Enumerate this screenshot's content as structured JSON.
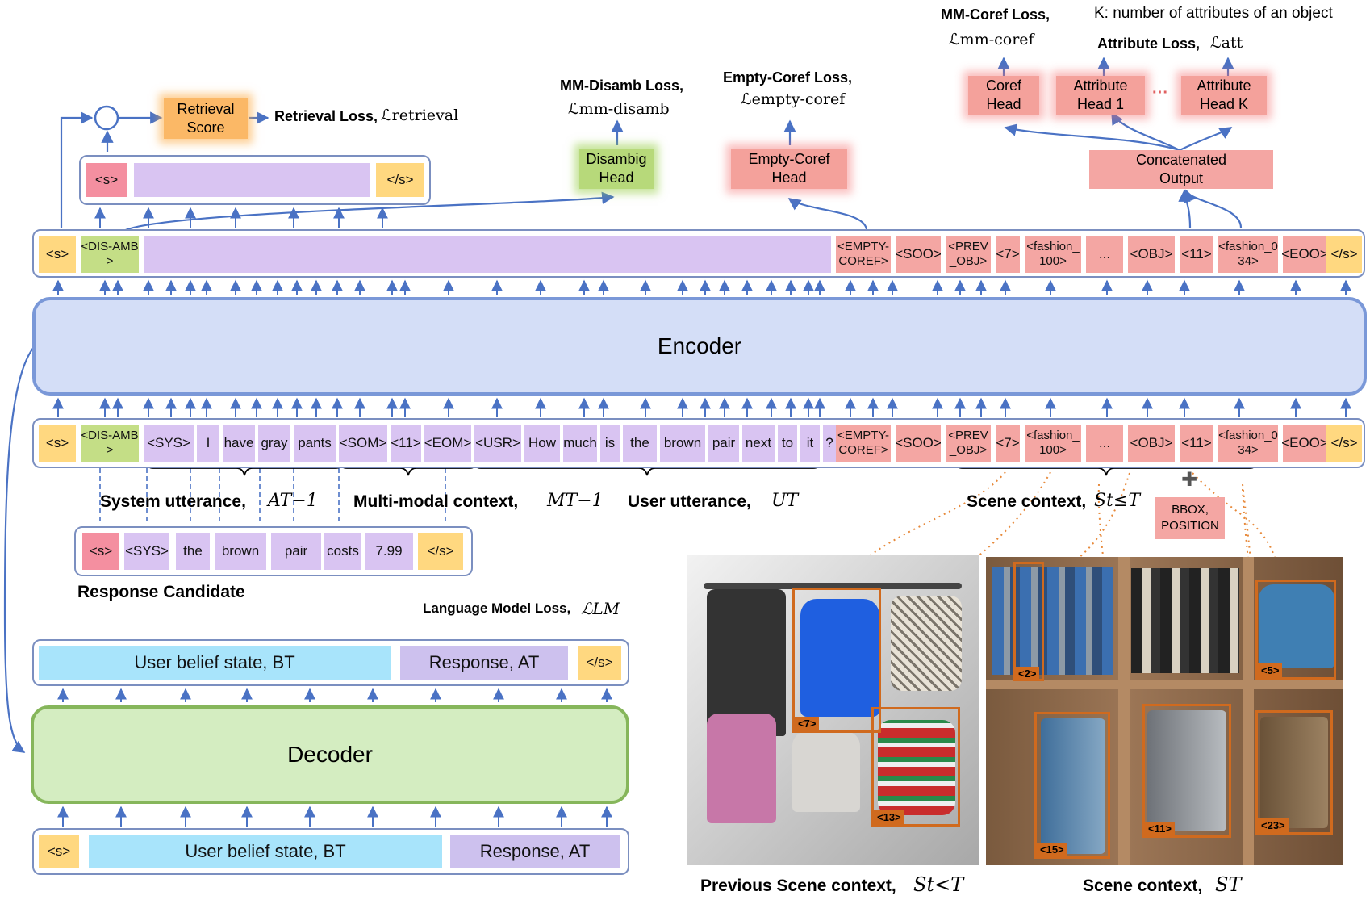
{
  "top_labels": {
    "k_note": "K: number of attributes of an object",
    "mm_coref_loss": "MM-Coref Loss,",
    "mm_coref_math": "ℒmm-coref",
    "attribute_loss": "Attribute Loss,",
    "attribute_math": "ℒatt",
    "empty_coref_loss": "Empty-Coref Loss,",
    "empty_coref_math": "ℒempty-coref",
    "mm_disamb_loss": "MM-Disamb Loss,",
    "mm_disamb_math": "ℒmm-disamb",
    "retrieval_loss": "Retrieval Loss,",
    "retrieval_math": "ℒretrieval"
  },
  "heads": {
    "coref_head": "Coref Head",
    "attribute_head_1": "Attribute Head 1",
    "attribute_dots": "···",
    "attribute_head_k": "Attribute Head K",
    "concatenated_output": "Concatenated Output",
    "empty_coref_head": "Empty-Coref Head",
    "disambig_head": "Disambig Head",
    "retrieval_score": "Retrieval Score",
    "dot_op": "⊙"
  },
  "retrieval_row": [
    "<s>",
    "",
    "</s>"
  ],
  "encoder_output_row": [
    "<s>",
    "<DIS-AMB>",
    "",
    "<EMPTY-COREF>",
    "<SOO>",
    "<PREV_OBJ>",
    "<7>",
    "<fashion_100>",
    "...",
    "<OBJ>",
    "<11>",
    "<fashion_034>",
    "<EOO>",
    "</s>"
  ],
  "encoder_label": "Encoder",
  "encoder_input_row": [
    "<s>",
    "<DIS-AMB>",
    "<SYS>",
    "I",
    "have",
    "gray",
    "pants",
    "<SOM>",
    "<11>",
    "<EOM>",
    "<USR>",
    "How",
    "much",
    "is",
    "the",
    "brown",
    "pair",
    "next",
    "to",
    "it",
    "?",
    "<EMPTY-COREF>",
    "<SOO>",
    "<PREV_OBJ>",
    "<7>",
    "<fashion_100>",
    "...",
    "<OBJ>",
    "<11>",
    "<fashion_034>",
    "<EOO>",
    "</s>"
  ],
  "segment_labels": {
    "system_utterance": "System utterance,",
    "system_math": "AT−1",
    "multimodal_context": "Multi-modal context,",
    "multimodal_math": "MT−1",
    "user_utterance": "User utterance,",
    "user_math": "UT",
    "scene_context": "Scene context,",
    "scene_math": "St≤T",
    "plus": "✚",
    "bbox_position": "BBOX, POSITION"
  },
  "response_candidate_row": [
    "<s>",
    "<SYS>",
    "the",
    "brown",
    "pair",
    "costs",
    "7.99",
    "</s>"
  ],
  "response_candidate_label": "Response Candidate",
  "lm_loss_label": "Language Model Loss,",
  "lm_loss_math": "ℒLM",
  "decoder_output_row": [
    "User belief state, BT",
    "Response, AT",
    "</s>"
  ],
  "decoder_label": "Decoder",
  "decoder_input_row": [
    "<s>",
    "User belief state, BT",
    "Response, AT"
  ],
  "scene_images": {
    "previous_caption": "Previous Scene context,",
    "previous_math": "St<T",
    "current_caption": "Scene context,",
    "current_math": "ST",
    "previous_boxes": [
      "<7>",
      "<13>"
    ],
    "current_boxes": [
      "<2>",
      "<5>",
      "<15>",
      "<11>",
      "<23>"
    ]
  },
  "colors": {
    "special_token": "#ffd880",
    "disamb_token": "#c4de86",
    "utterance_token": "#d9c4f2",
    "scene_token": "#f4a6a3",
    "encoder_fill": "#d4def7",
    "decoder_fill": "#d4edc1",
    "bbox_orange": "#d06a1e"
  }
}
